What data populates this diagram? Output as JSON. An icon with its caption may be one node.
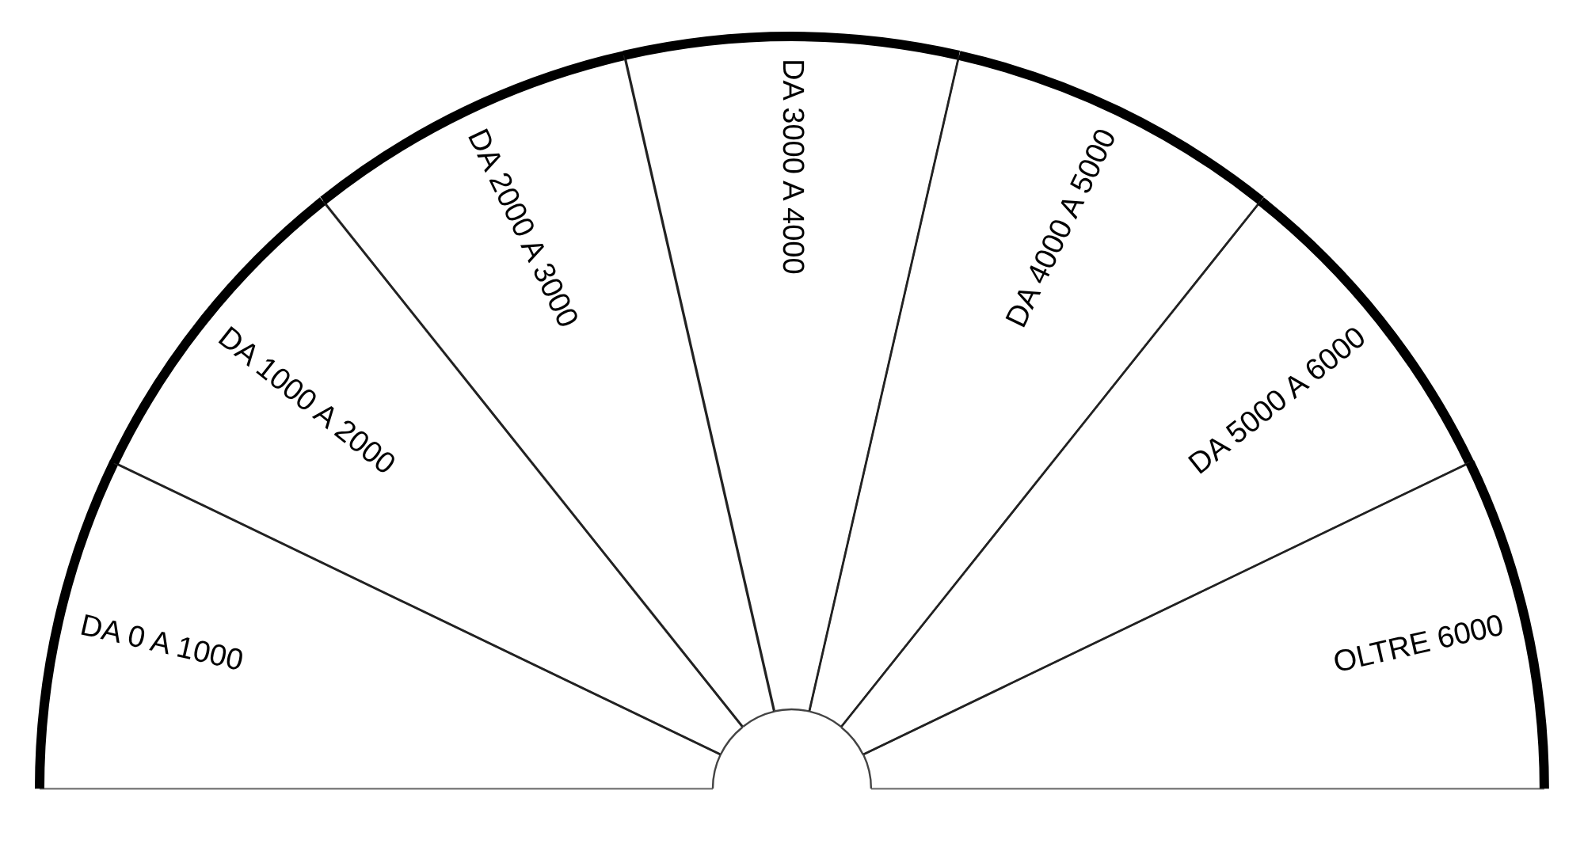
{
  "diagram": {
    "nodes": [
      {
        "text": [
          "DA 0 A 1000"
        ]
      },
      {
        "text": [
          "DA 1000 A 2000"
        ]
      },
      {
        "text": [
          "DA 2000 A 3000"
        ]
      },
      {
        "text": [
          "DA 3000 A 4000"
        ]
      },
      {
        "text": [
          "DA 4000 A 5000"
        ]
      },
      {
        "text": [
          "DA 5000 A 6000"
        ]
      },
      {
        "text": [
          "OLTRE 6000"
        ]
      }
    ]
  }
}
